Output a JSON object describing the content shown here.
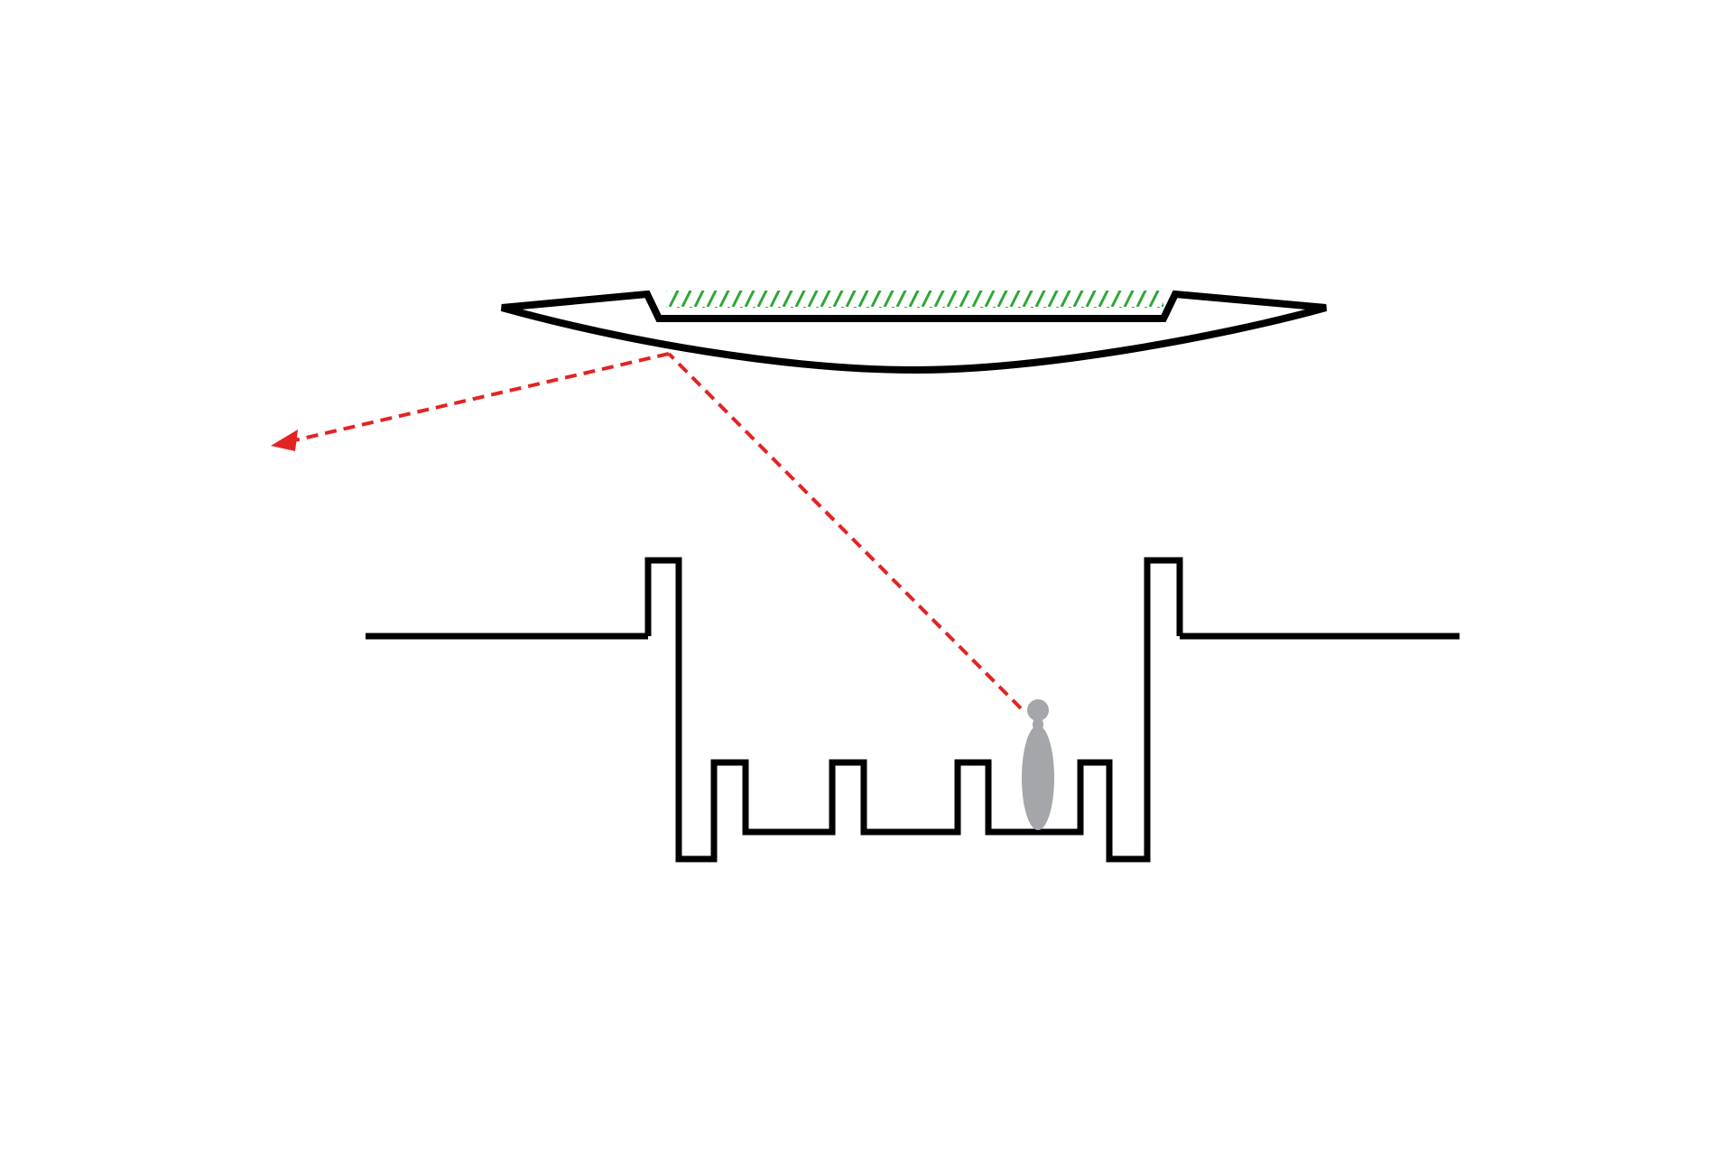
{
  "diagram": {
    "background_color": "#FFFFFF",
    "outline_color": "#000000",
    "sightline_color": "#E32322",
    "hatch_color": "#2EA836",
    "figure_color": "#A5A6A9",
    "elements": [
      "canopy-roof",
      "green-hatched-roof-surface",
      "sightline-to-roof",
      "reflected-sightline-arrow",
      "ground-line-left",
      "ground-line-right",
      "sunken-courtyard-section",
      "standing-person-figure"
    ]
  }
}
